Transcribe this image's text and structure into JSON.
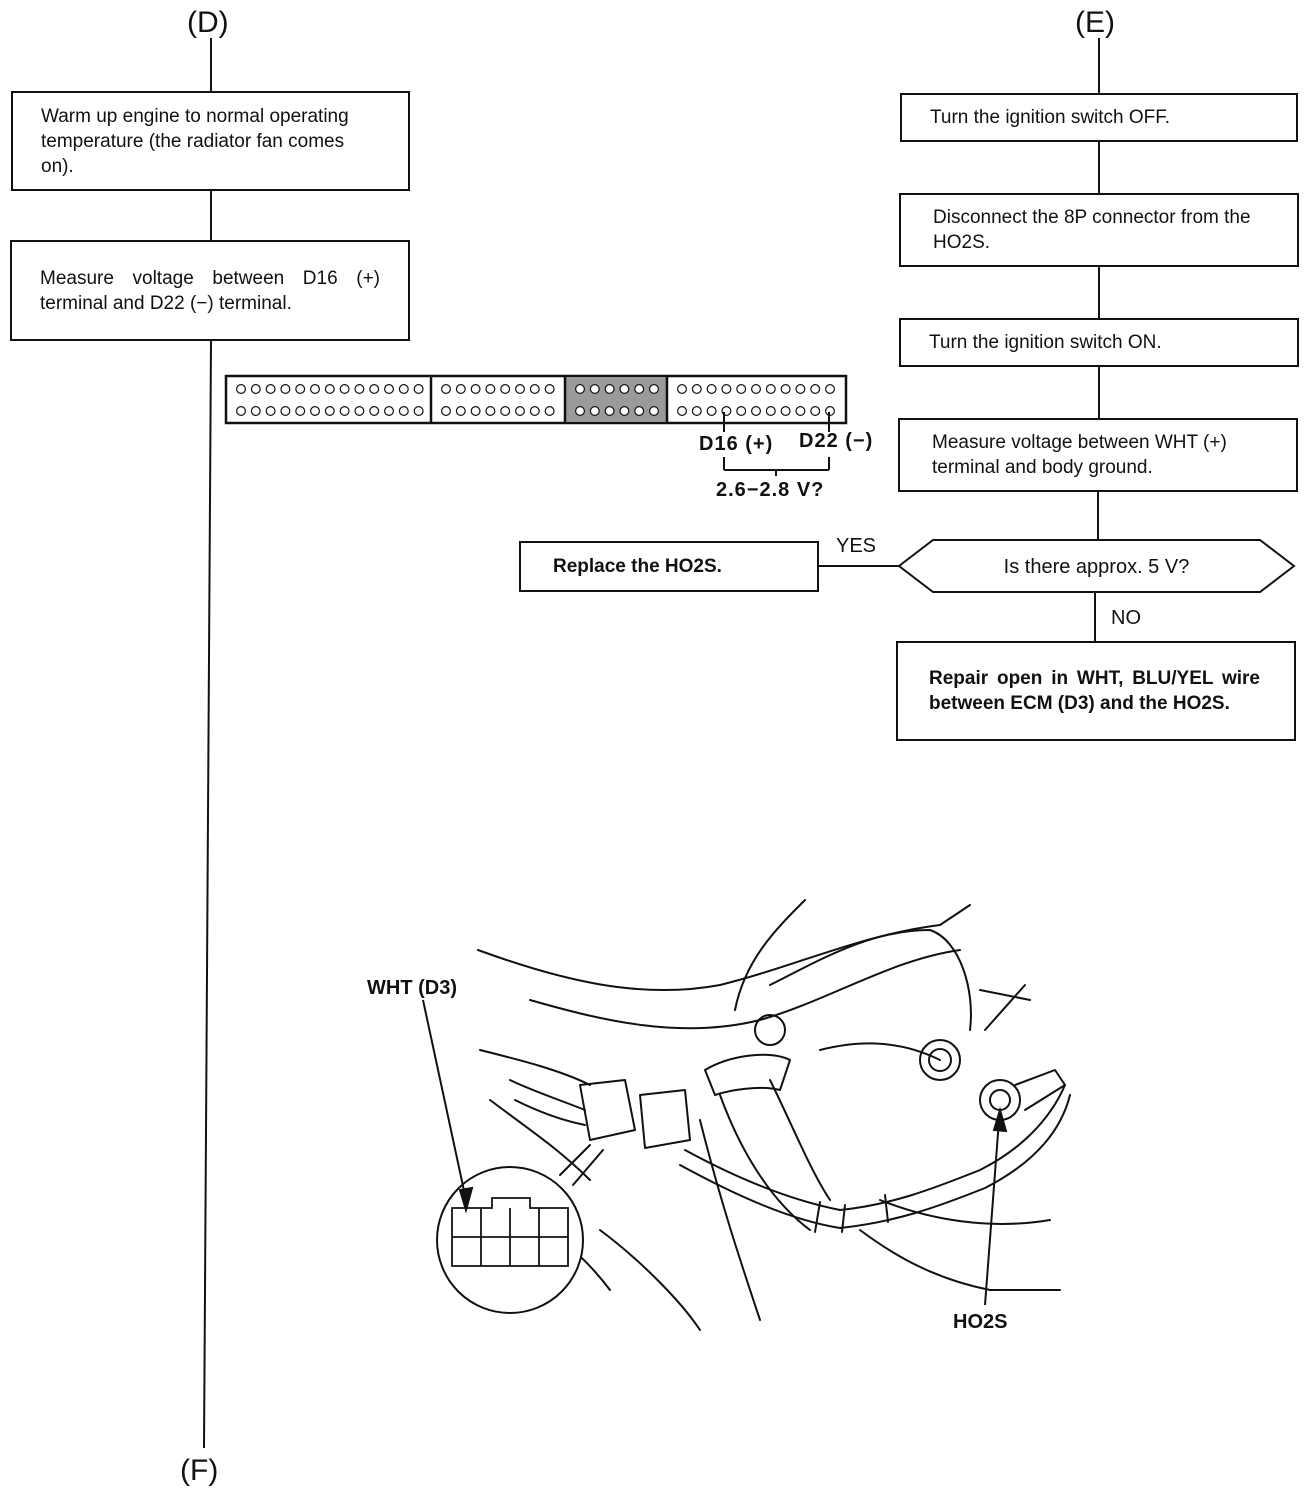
{
  "refs": {
    "d": "(D)",
    "e": "(E)",
    "f": "(F)"
  },
  "left": {
    "warmup": "Warm up engine to normal operating temperature (the radiator fan comes on).",
    "measure": "Measure voltage between D16 (+) terminal and D22 (−) terminal."
  },
  "connector": {
    "d16_label": "D16 (+)",
    "d22_label": "D22 (−)",
    "voltage_question": "2.6−2.8 V?"
  },
  "right": {
    "ign_off": "Turn the ignition switch OFF.",
    "disconnect": "Disconnect the 8P connector from the HO2S.",
    "ign_on": "Turn the ignition switch ON.",
    "measure_wht": "Measure voltage between WHT (+) terminal and body ground.",
    "question": "Is there approx. 5 V?",
    "yes": "YES",
    "no": "NO",
    "replace": "Replace the HO2S.",
    "repair": "Repair open in WHT, BLU/YEL wire between ECM (D3) and the HO2S."
  },
  "illustration": {
    "wht_label": "WHT (D3)",
    "ho2s_label": "HO2S"
  },
  "colors": {
    "ink": "#111111",
    "paper": "#ffffff",
    "shade": "#9a9a9a"
  }
}
